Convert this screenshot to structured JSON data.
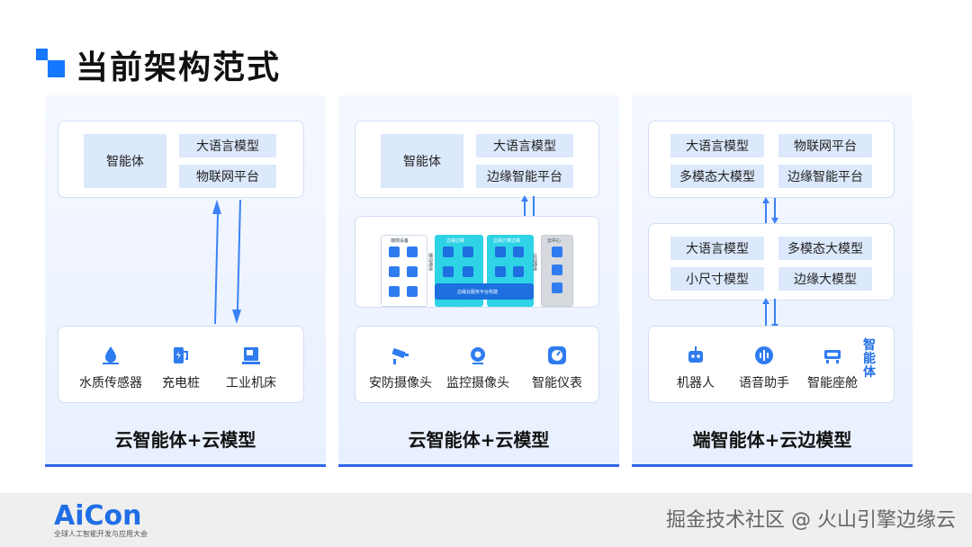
{
  "page": {
    "title": "当前架构范式"
  },
  "columns": [
    {
      "top": {
        "agent": "智能体",
        "chips": [
          "大语言模型",
          "物联网平台"
        ]
      },
      "devices": [
        {
          "label": "水质传感器",
          "icon": "water-drop-icon"
        },
        {
          "label": "充电桩",
          "icon": "charging-station-icon"
        },
        {
          "label": "工业机床",
          "icon": "machine-tool-icon"
        }
      ],
      "footer": "云智能体+云模型"
    },
    {
      "top": {
        "agent": "智能体",
        "chips": [
          "大语言模型",
          "边缘智能平台"
        ]
      },
      "diagram": {
        "panels": [
          "端侧设备",
          "边缘边缘",
          "边缘计算边缘",
          "云中心"
        ],
        "side_labels": [
          "端边通道",
          "云边通道"
        ],
        "bar_text": "边缘云服务平台构建"
      },
      "devices": [
        {
          "label": "安防摄像头",
          "icon": "security-camera-icon"
        },
        {
          "label": "监控摄像头",
          "icon": "monitor-camera-icon"
        },
        {
          "label": "智能仪表",
          "icon": "smart-meter-icon"
        }
      ],
      "footer": "云智能体+云模型"
    },
    {
      "top": {
        "chips": [
          "大语言模型",
          "物联网平台",
          "多模态大模型",
          "边缘智能平台"
        ]
      },
      "middle": {
        "chips": [
          "大语言模型",
          "多模态大模型",
          "小尺寸模型",
          "边缘大模型"
        ]
      },
      "devices": [
        {
          "label": "机器人",
          "icon": "robot-icon"
        },
        {
          "label": "语音助手",
          "icon": "voice-assistant-icon"
        },
        {
          "label": "智能座舱",
          "icon": "smart-cockpit-icon"
        }
      ],
      "side_label": "智能体",
      "footer": "端智能体+云边模型"
    }
  ],
  "footer_bar": {
    "logo": "AiCon",
    "logo_sub": "全球人工智能开发与应用大会",
    "watermark": "掘金技术社区 @ 火山引擎边缘云"
  },
  "colors": {
    "accent": "#1677ff",
    "chip": "#dce8fb",
    "teal": "#2ed3e6"
  }
}
